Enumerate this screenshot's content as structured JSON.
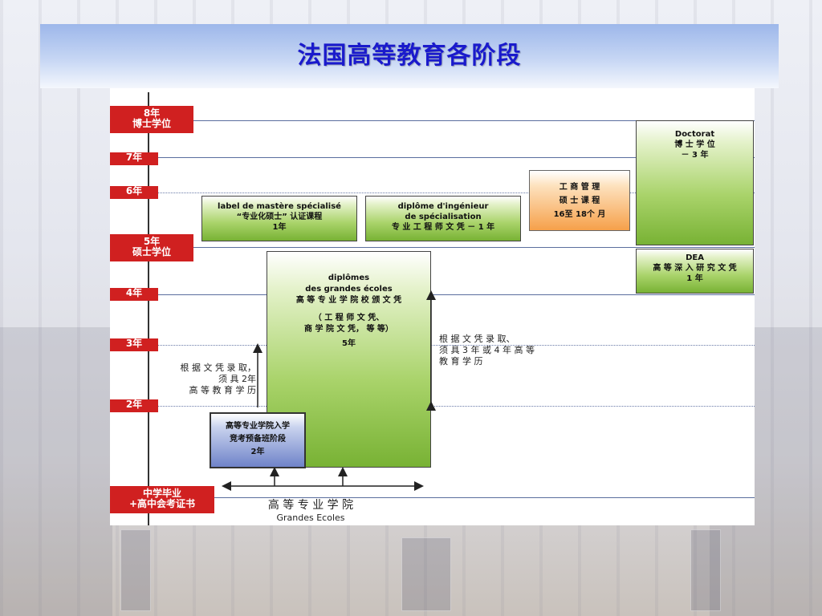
{
  "title": "法国高等教育各阶段",
  "year_labels": [
    {
      "key": "y8",
      "lines": [
        "8年",
        "博士学位"
      ]
    },
    {
      "key": "y7",
      "lines": [
        "7年"
      ]
    },
    {
      "key": "y6",
      "lines": [
        "6年"
      ]
    },
    {
      "key": "y5",
      "lines": [
        "5年",
        "硕士学位"
      ]
    },
    {
      "key": "y4",
      "lines": [
        "4年"
      ]
    },
    {
      "key": "y3",
      "lines": [
        "3年"
      ]
    },
    {
      "key": "y2",
      "lines": [
        "2年"
      ]
    },
    {
      "key": "y0",
      "lines": [
        "中学毕业",
        "+高中会考证书"
      ]
    }
  ],
  "boxes": {
    "doctorat": [
      "Doctorat",
      "博 士 学 位",
      "－ 3 年"
    ],
    "dea": [
      "DEA",
      "高 等 深 入 研 究 文 凭",
      "1 年"
    ],
    "mba": [
      "工 商 管 理",
      "硕 士 课 程",
      "16至 18个 月"
    ],
    "mastere": [
      "label de mastère spécialisé",
      "“专业化硕士” 认证课程",
      "1年"
    ],
    "ingenieur": [
      "diplôme d'ingénieur",
      "de spécialisation",
      "专 业 工 程 师 文 凭  －  1 年"
    ],
    "grandes": [
      "diplômes",
      "des grandes écoles",
      "高 等 专 业 学 院 校 颁 文 凭",
      "（ 工 程 师 文 凭、",
      "商 学 院 文 凭，  等 等）",
      "5年"
    ],
    "prepa": [
      "高等专业学院入学",
      "竞考预备班阶段",
      "2年"
    ]
  },
  "notes": {
    "left": [
      "根 据 文 凭 录 取，",
      "须 具 2年",
      "高 等 教 育 学 历"
    ],
    "right": [
      "根 据 文 凭 录 取、",
      "须 具 3 年 或 4 年 高 等",
      "教 育 学 历"
    ]
  },
  "footer": {
    "cn": "高 等 专 业 学 院",
    "fr": "Grandes Ecoles"
  }
}
